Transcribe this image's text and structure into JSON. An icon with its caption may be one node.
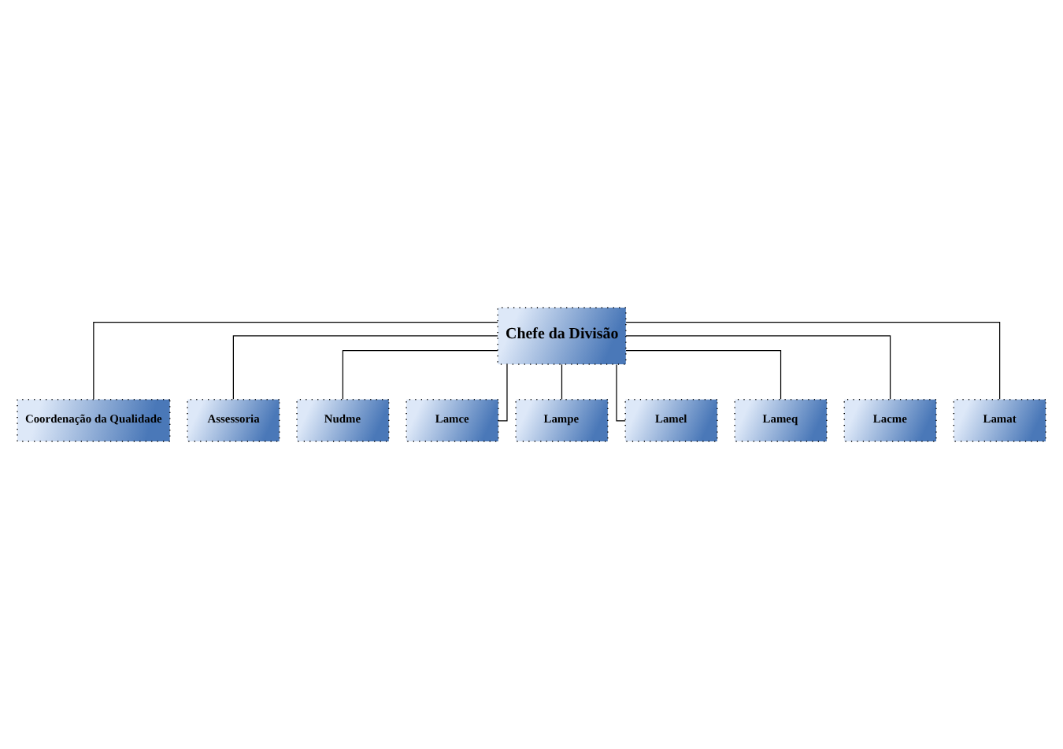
{
  "diagram": {
    "nodes": [
      {
        "text": [
          "Chefe da Divisão"
        ]
      },
      {
        "text": [
          "Coordenação da Qualidade"
        ]
      },
      {
        "text": [
          "Assessoria"
        ]
      },
      {
        "text": [
          "Nudme"
        ]
      },
      {
        "text": [
          "Lamce"
        ]
      },
      {
        "text": [
          "Lampe"
        ]
      },
      {
        "text": [
          "Lamel"
        ]
      },
      {
        "text": [
          "Lameq"
        ]
      },
      {
        "text": [
          "Lacme"
        ]
      },
      {
        "text": [
          "Lamat"
        ]
      }
    ],
    "edges": [
      {
        "from": 0,
        "to": 1,
        "arrow": "none"
      },
      {
        "from": 0,
        "to": 2,
        "arrow": "none"
      },
      {
        "from": 0,
        "to": 3,
        "arrow": "none"
      },
      {
        "from": 0,
        "to": 4,
        "arrow": "none"
      },
      {
        "from": 0,
        "to": 5,
        "arrow": "none"
      },
      {
        "from": 0,
        "to": 6,
        "arrow": "none"
      },
      {
        "from": 0,
        "to": 7,
        "arrow": "none"
      },
      {
        "from": 0,
        "to": 8,
        "arrow": "none"
      },
      {
        "from": 0,
        "to": 9,
        "arrow": "none"
      }
    ]
  }
}
